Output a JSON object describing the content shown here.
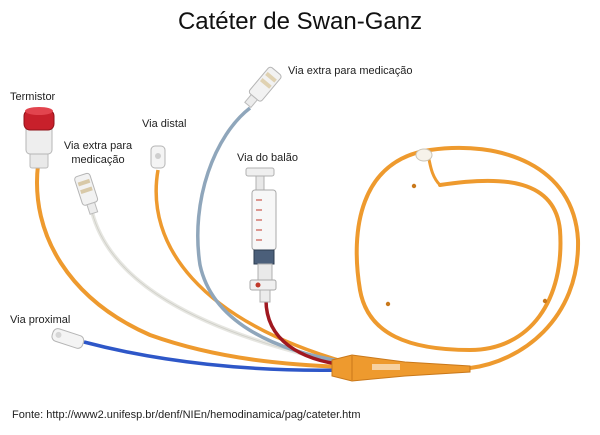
{
  "title": "Catéter de Swan-Ganz",
  "labels": {
    "termistor": "Termistor",
    "extra_left_1": "Via extra para",
    "extra_left_2": "medicação",
    "distal": "Via distal",
    "extra_top": "Via extra para medicação",
    "balao": "Via do balão",
    "proximal": "Via proximal"
  },
  "source": "Fonte: http://www2.unifesp.br/denf/NIEn/hemodinamica/pag/cateter.htm",
  "colors": {
    "orange": "#ee9a2e",
    "orange_dark": "#c9781a",
    "white_tube": "#e6e6e1",
    "gray_blue": "#8fa6bb",
    "red": "#a01820",
    "blue": "#2e57c8",
    "thermistor_red": "#c8202b"
  }
}
